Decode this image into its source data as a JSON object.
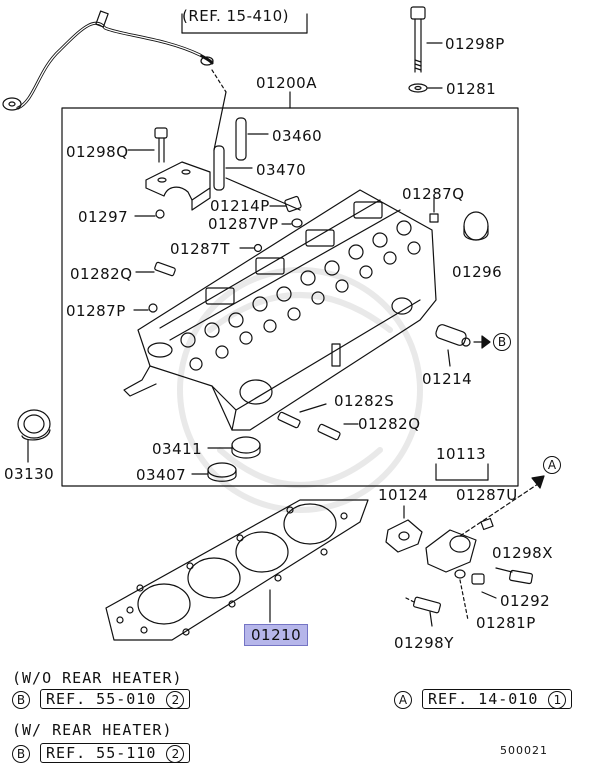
{
  "diagram": {
    "ref_top": "(REF. 15-410)",
    "callouts": {
      "p01200A": "01200A",
      "p01298P": "01298P",
      "p01281": "01281",
      "p03460": "03460",
      "p01298Q": "01298Q",
      "p03470": "03470",
      "p01214P": "01214P",
      "p01287VP": "01287VP",
      "p01297": "01297",
      "p01287T": "01287T",
      "p01287Q": "01287Q",
      "p01296": "01296",
      "p01282Q_left": "01282Q",
      "p01287P": "01287P",
      "p01214": "01214",
      "p01282S": "01282S",
      "p01282Q_bottom": "01282Q",
      "p03411": "03411",
      "p03407": "03407",
      "p03130": "03130",
      "p10113": "10113",
      "p10124": "10124",
      "p01287U": "01287U",
      "p01298X": "01298X",
      "p01292": "01292",
      "p01281P": "01281P",
      "p01298Y": "01298Y",
      "p01210": "01210"
    },
    "marker_A": "A",
    "marker_B": "B"
  },
  "footer": {
    "note1": "(W/O REAR HEATER)",
    "note1_marker": "B",
    "note1_ref": "REF. 55-010",
    "note1_num": "2",
    "note2": "(W/ REAR HEATER)",
    "note2_marker": "B",
    "note2_ref": "REF. 55-110",
    "note2_num": "2",
    "refA_marker": "A",
    "refA": "REF. 14-010",
    "refA_num": "1",
    "diagram_code": "500021"
  }
}
